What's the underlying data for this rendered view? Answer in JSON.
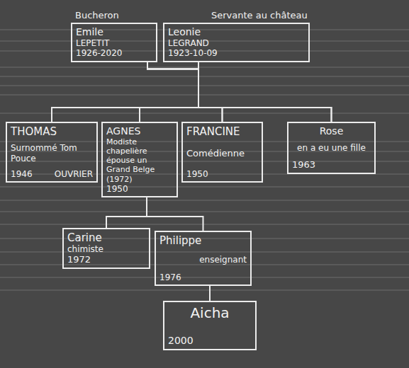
{
  "diagram": {
    "nodes": [
      {
        "text": [
          "Bucheron",
          "Emile",
          "LEPETIT",
          "1926-2020"
        ]
      },
      {
        "text": [
          "Servante au château",
          "Leonie",
          "LEGRAND",
          "1923-10-09"
        ]
      },
      {
        "text": [
          "THOMAS",
          "Surnommé Tom Pouce",
          "1946",
          "OUVRIER"
        ]
      },
      {
        "text": [
          "AGNES",
          "Modiste chapelière",
          "épouse un Grand Belge (1972)",
          "1950"
        ]
      },
      {
        "text": [
          "FRANCINE",
          "Comédienne",
          "1950"
        ]
      },
      {
        "text": [
          "Rose",
          "en a eu une fille",
          "1963"
        ]
      },
      {
        "text": [
          "Carine",
          "chimiste",
          "1972"
        ]
      },
      {
        "text": [
          "Philippe",
          "enseignant",
          "1976"
        ]
      },
      {
        "text": [
          "Aicha",
          "2000"
        ]
      }
    ],
    "edges": [
      {
        "from": 0,
        "to": 2,
        "arrow": "none"
      },
      {
        "from": 0,
        "to": 3,
        "arrow": "none"
      },
      {
        "from": 0,
        "to": 4,
        "arrow": "none"
      },
      {
        "from": 0,
        "to": 5,
        "arrow": "none"
      },
      {
        "from": 1,
        "to": 2,
        "arrow": "none"
      },
      {
        "from": 1,
        "to": 3,
        "arrow": "none"
      },
      {
        "from": 1,
        "to": 4,
        "arrow": "none"
      },
      {
        "from": 1,
        "to": 5,
        "arrow": "none"
      },
      {
        "from": 3,
        "to": 6,
        "arrow": "none"
      },
      {
        "from": 3,
        "to": 7,
        "arrow": "none"
      },
      {
        "from": 7,
        "to": 8,
        "arrow": "none"
      }
    ]
  }
}
